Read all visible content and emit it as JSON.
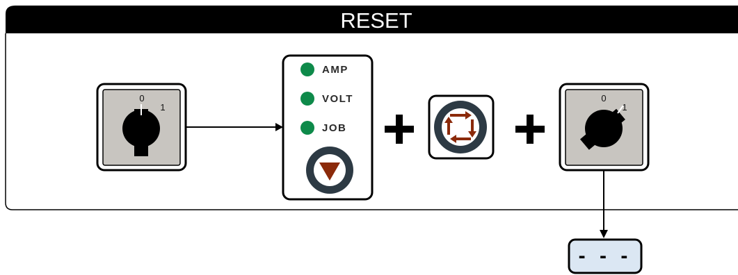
{
  "title": "RESET",
  "leds": [
    {
      "label": "AMP",
      "color": "#0e8a4a"
    },
    {
      "label": "VOLT",
      "color": "#0e8a4a"
    },
    {
      "label": "JOB",
      "color": "#0e8a4a"
    }
  ],
  "switch_left": {
    "mark_off": "0",
    "mark_on": "1",
    "state": "off"
  },
  "switch_right": {
    "mark_off": "0",
    "mark_on": "1",
    "state": "on"
  },
  "operators": [
    "+",
    "+"
  ],
  "display": {
    "text": "- - -",
    "bg_color": "#dbe7f3"
  },
  "colors": {
    "banner": "#000000",
    "panel_bg": "#c8c5c0",
    "knob": "#000000",
    "ring": "#2d3a44",
    "arrow": "#8b2a0a"
  },
  "icons": {
    "down_button": "triangle-down-icon",
    "cycle_button": "cycle-arrows-icon"
  }
}
